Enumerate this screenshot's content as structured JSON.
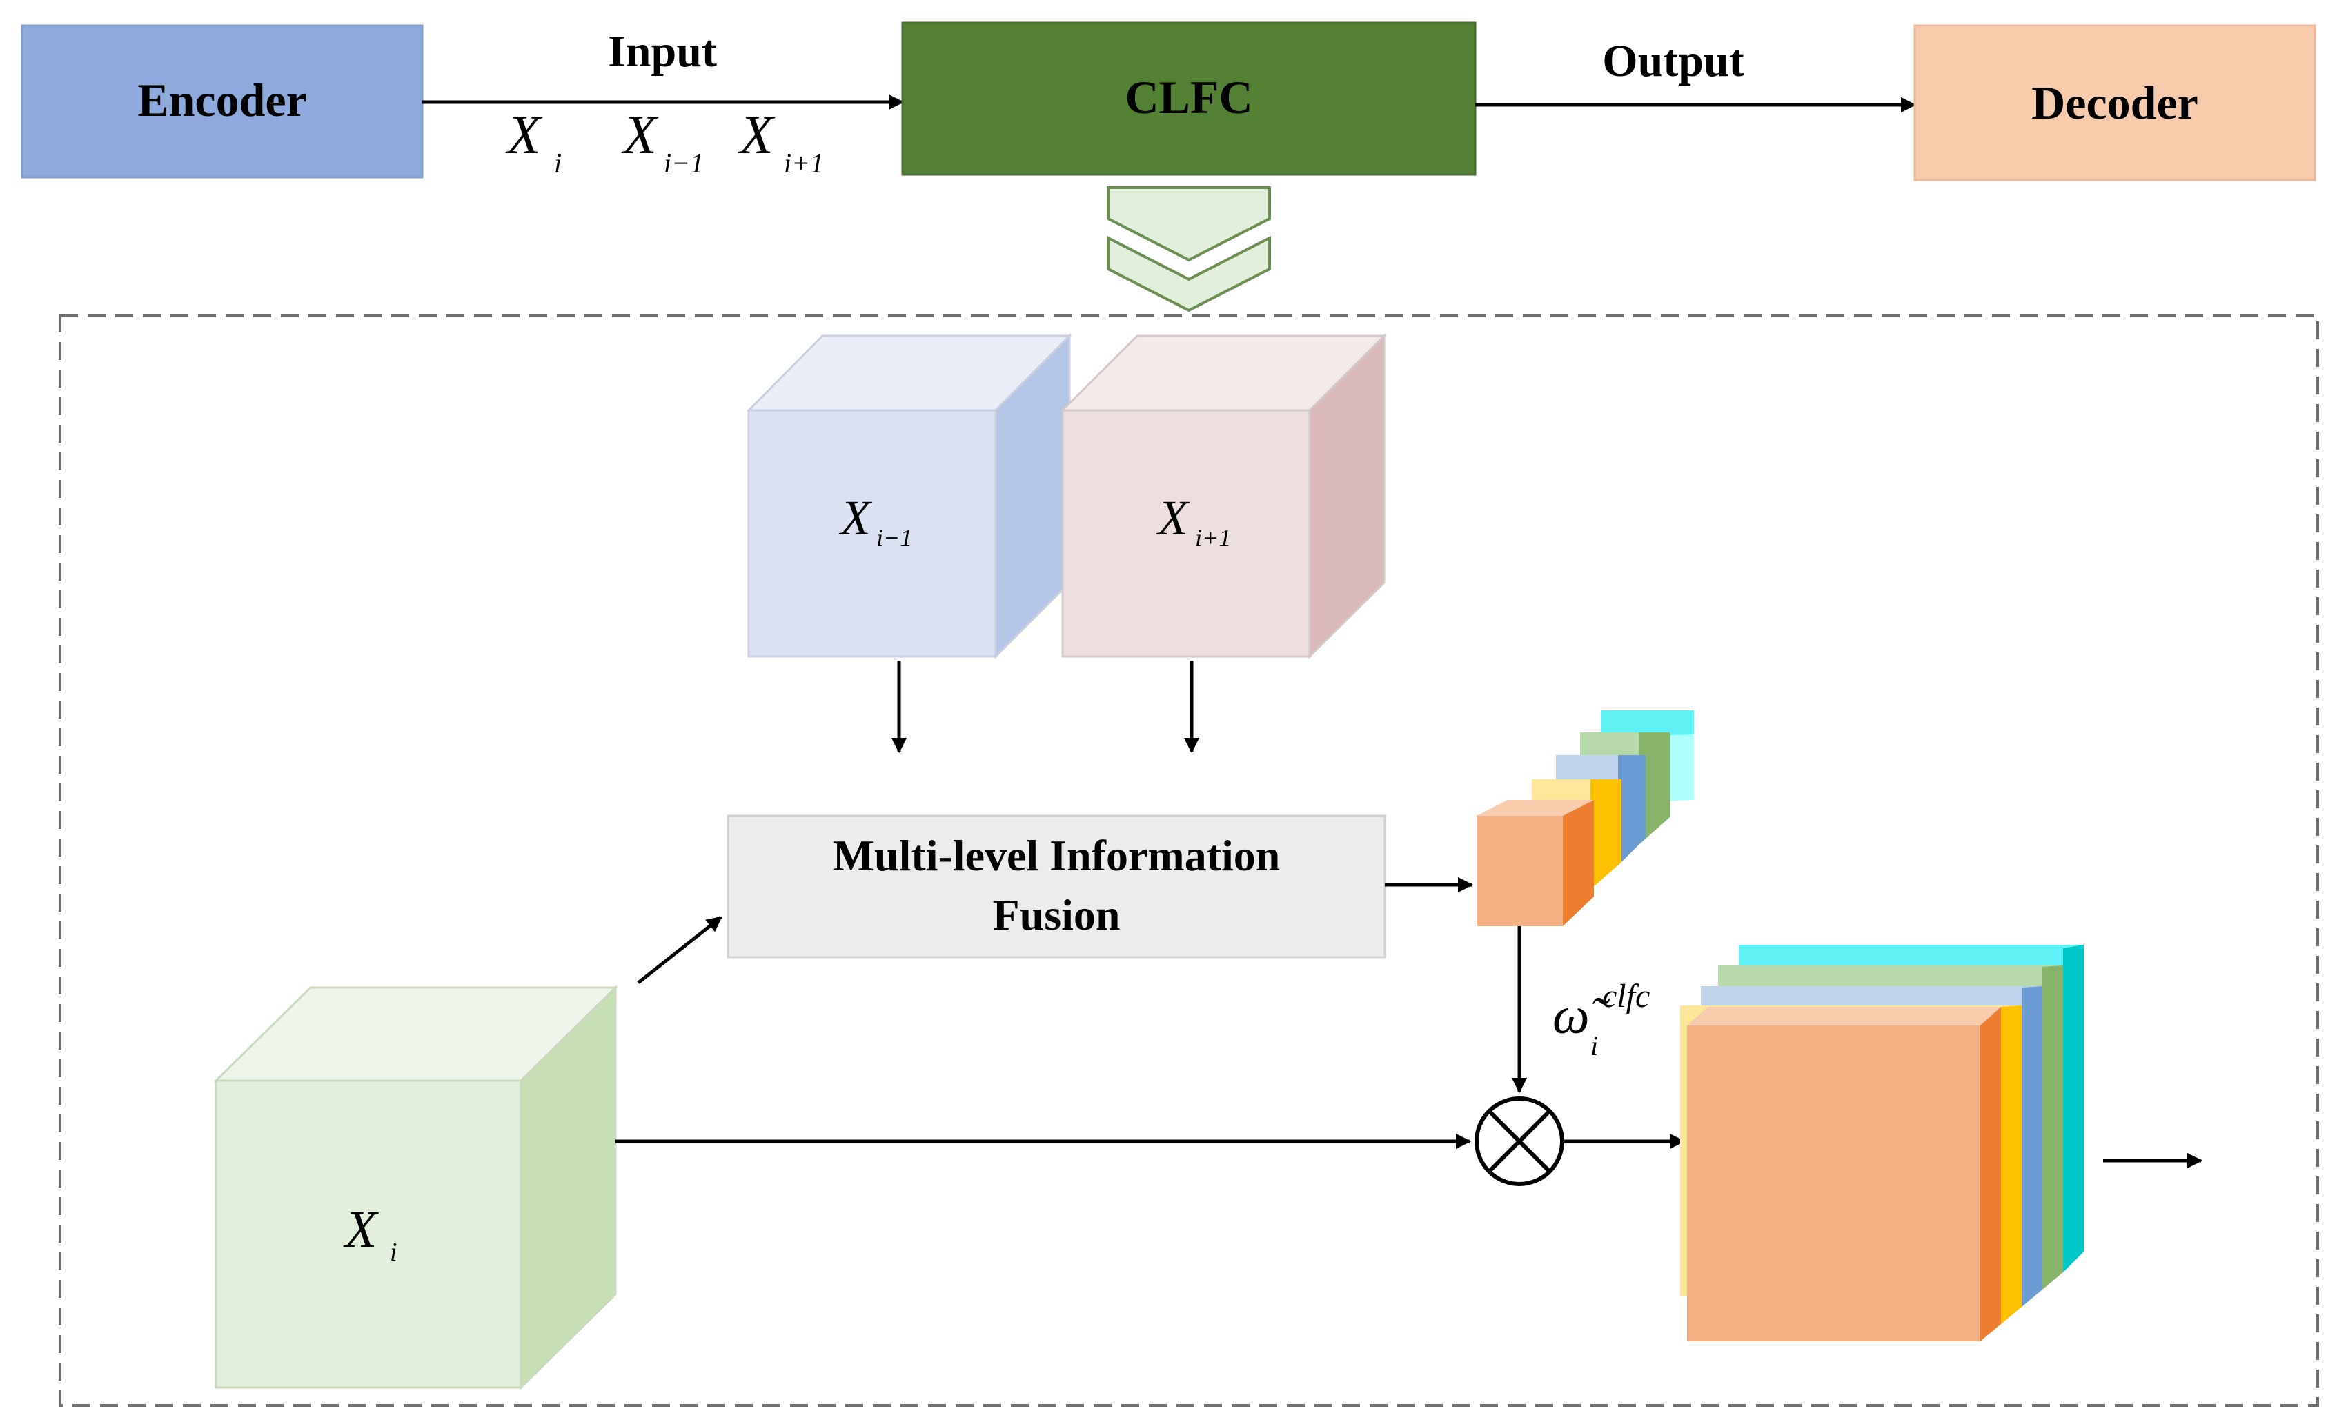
{
  "top": {
    "encoder": "Encoder",
    "input_label": "Input",
    "clfc": "CLFC",
    "output_label": "Output",
    "decoder": "Decoder",
    "inputs": [
      {
        "base": "X",
        "sub": "i"
      },
      {
        "base": "X",
        "sub": "i−1"
      },
      {
        "base": "X",
        "sub": "i+1"
      }
    ]
  },
  "detail": {
    "cube_prev": {
      "base": "X",
      "sub": "i−1"
    },
    "cube_next": {
      "base": "X",
      "sub": "i+1"
    },
    "cube_curr": {
      "base": "X",
      "sub": "i"
    },
    "fusion_line1": "Multi-level Information",
    "fusion_line2": "Fusion",
    "weight": {
      "base": "ω̃",
      "sub": "i",
      "sup": "clfc"
    }
  },
  "colors": {
    "encoder": "#8faadc",
    "clfc": "#548235",
    "decoder": "#f8cbad",
    "cube_prev_front": "#dae1f3",
    "cube_next_front": "#eedfdf",
    "cube_curr_front": "#e2efda",
    "fusion_box": "#ececec",
    "output_orange": "#f4b183"
  },
  "icons": [
    "double-chevron-down-icon",
    "multiply-circle-icon"
  ]
}
